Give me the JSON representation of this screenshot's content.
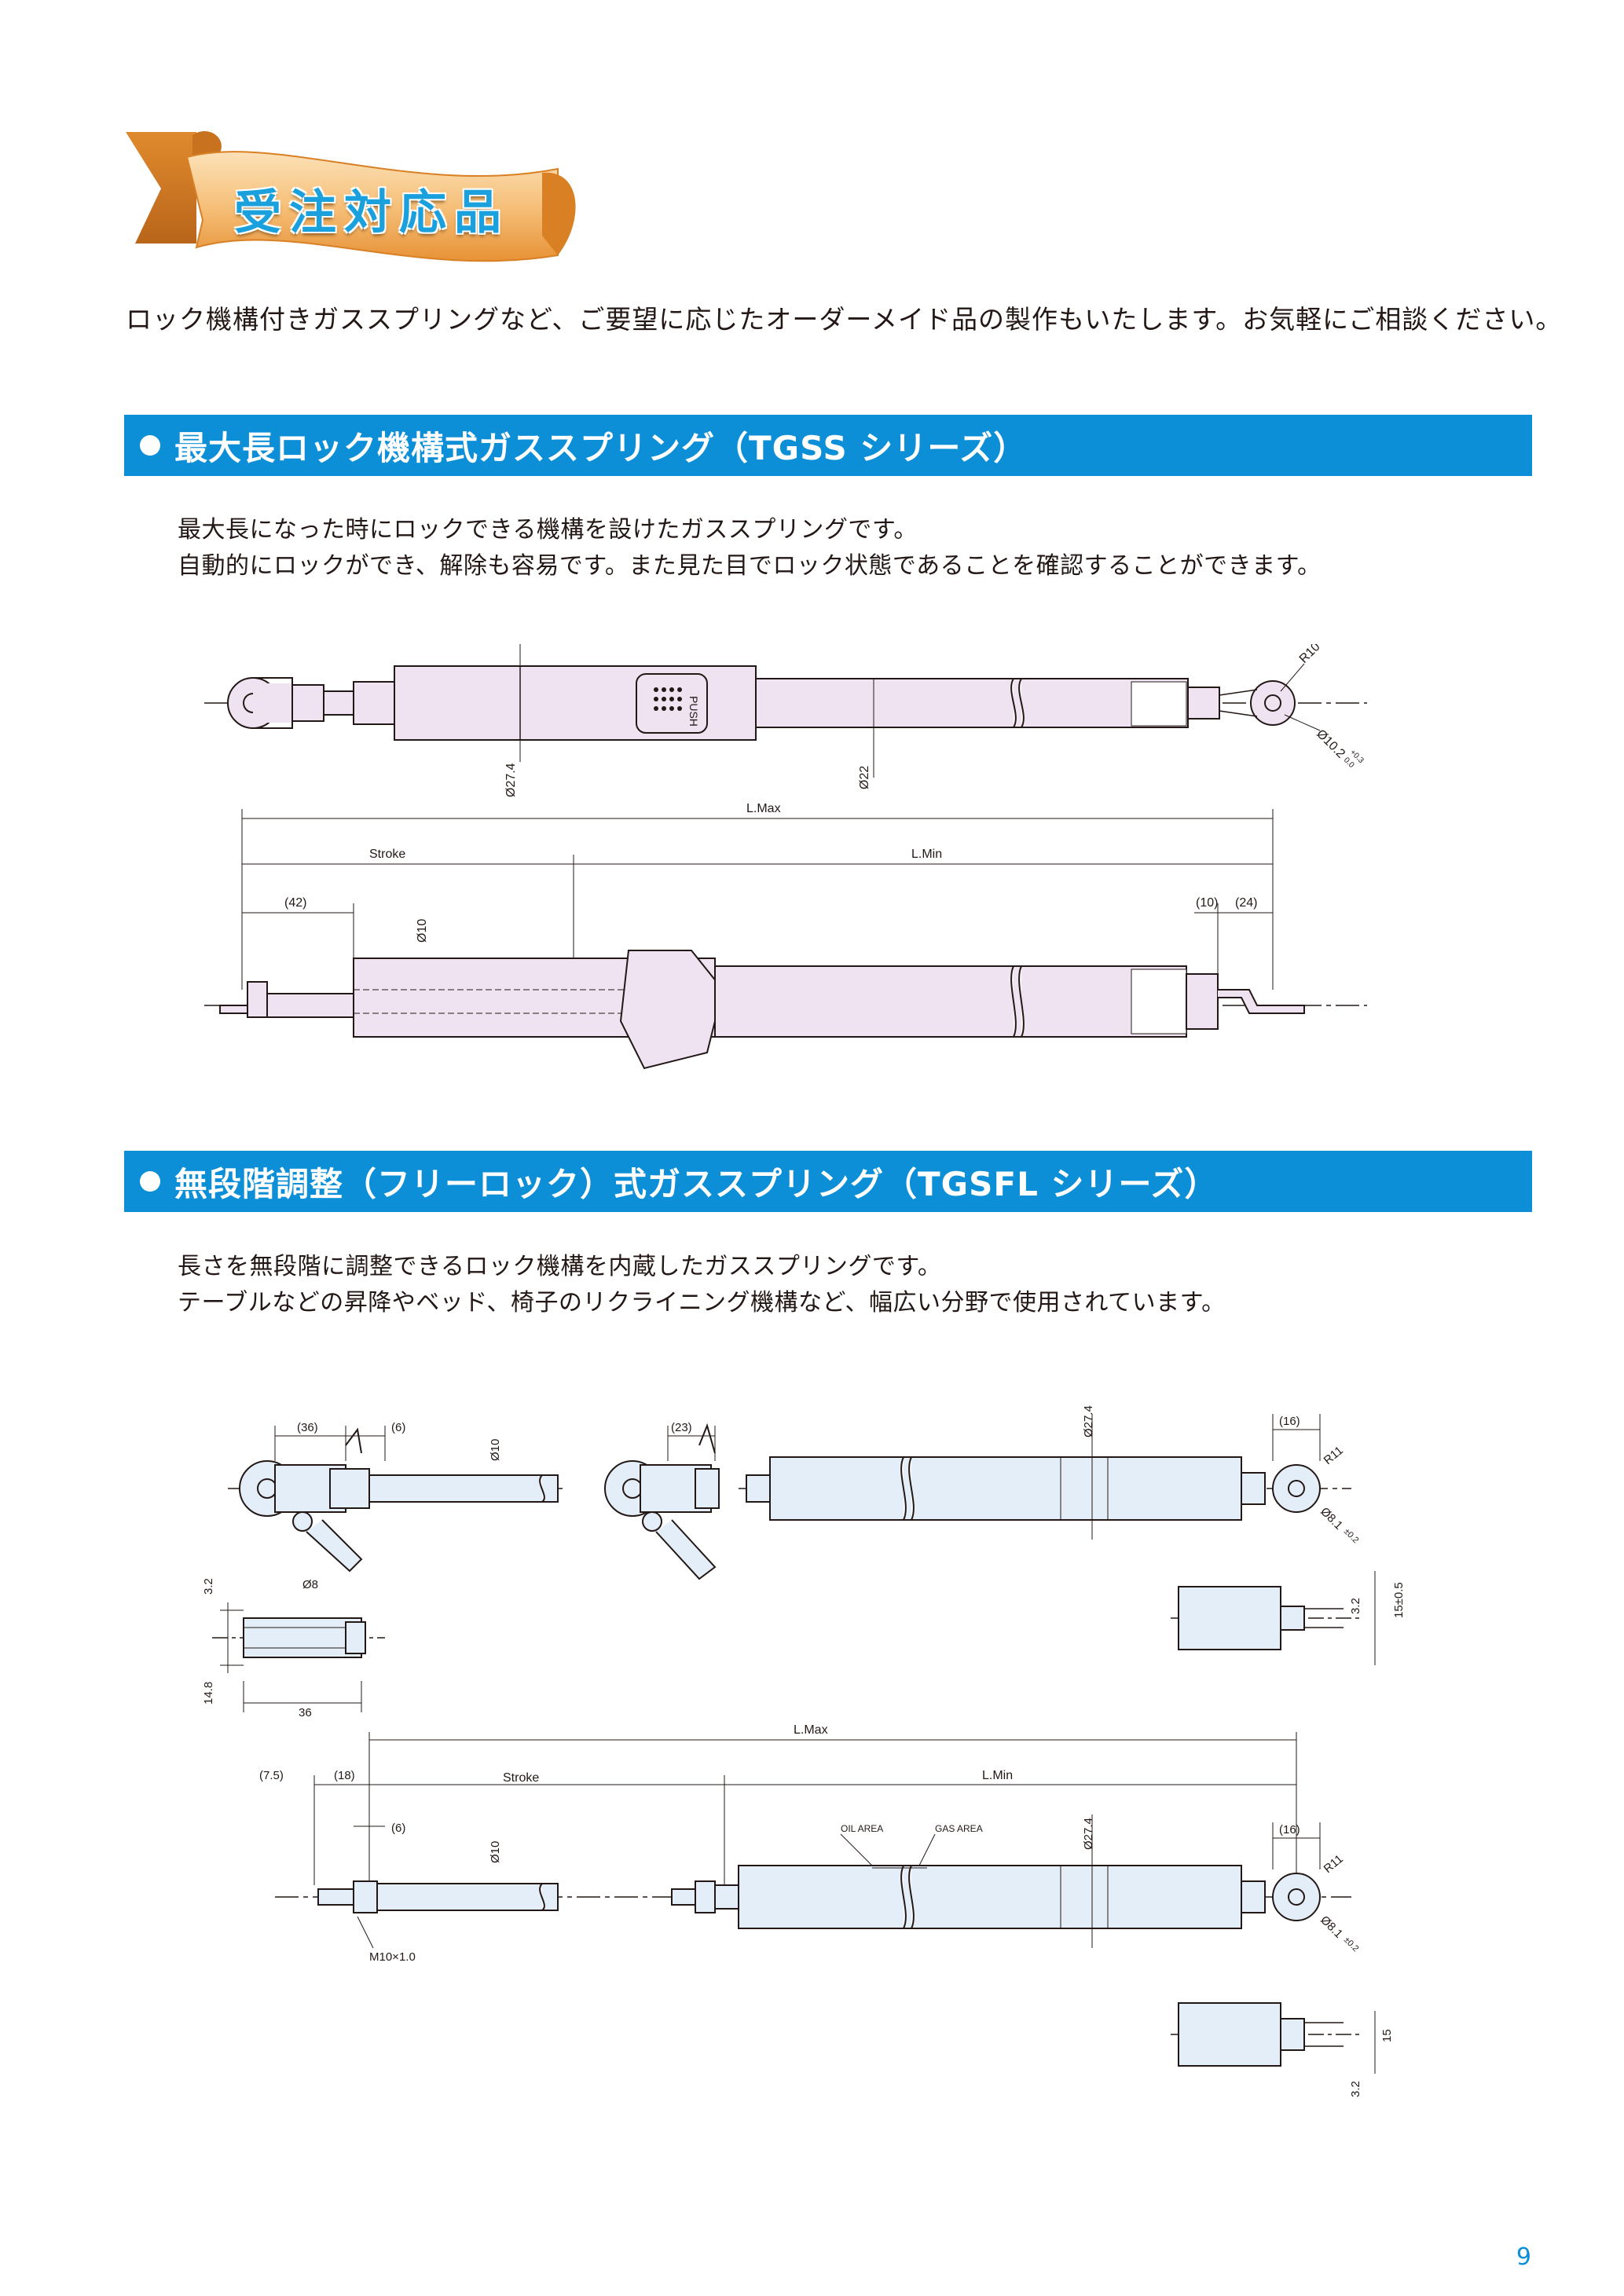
{
  "banner": {
    "title": "受注対応品"
  },
  "intro": "ロック機構付きガススプリングなど、ご要望に応じたオーダーメイド品の製作もいたします。お気軽にご相談ください。",
  "sections": [
    {
      "title": "最大長ロック機構式ガススプリング（TGSS シリーズ）",
      "desc": [
        "最大長になった時にロックできる機構を設けたガススプリングです。",
        "自動的にロックができ、解除も容易です。また見た目でロック状態であることを確認することができます。"
      ]
    },
    {
      "title": "無段階調整（フリーロック）式ガススプリング（TGSFL シリーズ）",
      "desc": [
        "長さを無段階に調整できるロック機構を内蔵したガススプリングです。",
        "テーブルなどの昇降やベッド、椅子のリクライニング機構など、幅広い分野で使用されています。"
      ]
    }
  ],
  "drawing1": {
    "push": "PUSH",
    "d274": "Ø27.4",
    "d22": "Ø22",
    "r10": "R10",
    "d102": "Ø10.2",
    "tol_upper": "+0.3",
    "tol_lower": "0.0",
    "lmax": "L.Max",
    "stroke": "Stroke",
    "lmin": "L.Min",
    "d42": "(42)",
    "d10": "Ø10",
    "d10b": "(10)",
    "d24": "(24)"
  },
  "drawing2": {
    "d36": "(36)",
    "d6": "(6)",
    "d10": "Ø10",
    "d23": "(23)",
    "d274": "Ø27.4",
    "d16": "(16)",
    "r11": "R11",
    "d81": "Ø8.1",
    "tol": "±0.2",
    "d32": "3.2",
    "d8": "Ø8",
    "d148": "14.8",
    "d36b": "36",
    "d155": "15±0.5",
    "lmax": "L.Max",
    "d75": "(7.5)",
    "d18": "(18)",
    "stroke": "Stroke",
    "lmin": "L.Min",
    "oil": "OIL AREA",
    "gas": "GAS AREA",
    "m10": "M10×1.0",
    "d15": "15"
  },
  "page_number": "9",
  "colors": {
    "section_bar": "#0d8fd8",
    "banner_orange": "#f0a24a",
    "banner_text": "#1aa0dc",
    "tgss_body": "#efe3f2",
    "tgsfl_body": "#e4eef8"
  }
}
